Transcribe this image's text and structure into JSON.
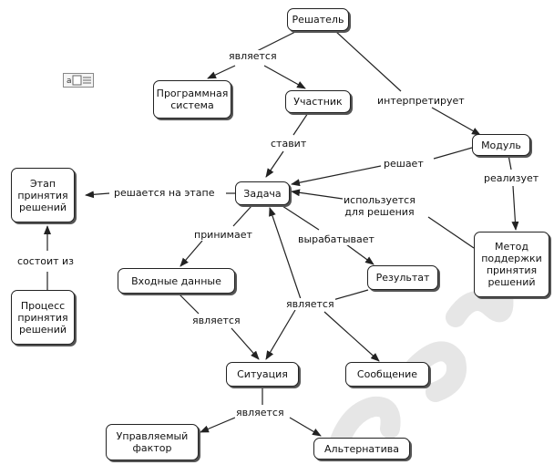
{
  "nodes": {
    "reshatel": "Решатель",
    "programmnaya_sistema": "Программная\nсистема",
    "uchastnik": "Участник",
    "modul": "Модуль",
    "zadacha": "Задача",
    "etap": "Этап\nпринятия\nрешений",
    "process": "Процесс\nпринятия\nрешений",
    "metod": "Метод\nподдержки\nпринятия\nрешений",
    "vhodnye_dannye": "Входные данные",
    "rezultat": "Результат",
    "situaciya": "Ситуация",
    "soobshchenie": "Сообщение",
    "upravlyaemyi_faktor": "Управляемый\nфактор",
    "alternativa": "Альтернатива"
  },
  "links": {
    "yavlyaetsya_top": "является",
    "interpretiruet": "интерпретирует",
    "stavit": "ставит",
    "reshaet": "решает",
    "realizuet": "реализует",
    "reshaetsya_na_etape": "решается на этапе",
    "ispolzuetsya": "используется\nдля решения",
    "sostoit_iz": "состоит из",
    "prinimaet": "принимает",
    "vyrabatyvaet": "вырабатывает",
    "yavlyaetsya_mid": "является",
    "yavlyaetsya_left": "является",
    "yavlyaetsya_bottom": "является"
  },
  "icon": "text-document-icon"
}
